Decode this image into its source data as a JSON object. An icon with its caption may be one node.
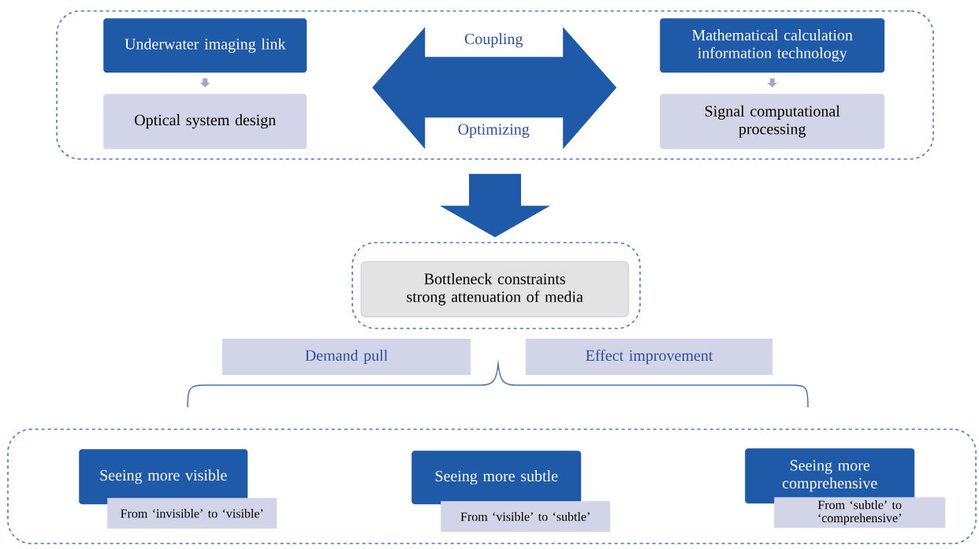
{
  "diagram": {
    "nodes": [
      {
        "text": [],
        "shape": "box"
      },
      {
        "text": [
          "Underwater imaging link"
        ],
        "in": 0
      },
      {
        "text": [
          "Optical system design"
        ],
        "in": 0
      },
      {
        "text": [
          "Coupling",
          "Optimizing"
        ],
        "in": 0
      },
      {
        "text": [
          "Mathematical calculation information technology"
        ],
        "in": 0
      },
      {
        "text": [
          "Signal computational processing"
        ],
        "in": 0
      },
      {
        "text": [],
        "shape": "box"
      },
      {
        "text": [
          "Bottleneck constraints strong attenuation of media"
        ],
        "in": 6
      },
      {
        "text": [
          "Demand pull"
        ]
      },
      {
        "text": [
          "Effect improvement"
        ]
      },
      {
        "text": [],
        "shape": "box"
      },
      {
        "text": [
          "Seeing more visible"
        ],
        "in": 10
      },
      {
        "text": [
          "From ‘invisible’ to ‘visible’"
        ],
        "in": 10
      },
      {
        "text": [
          "Seeing more subtle"
        ],
        "in": 10
      },
      {
        "text": [
          "From ‘visible’ to ‘subtle’"
        ],
        "in": 10
      },
      {
        "text": [
          "Seeing more comprehensive"
        ],
        "in": 10
      },
      {
        "text": [
          "From ‘subtle’ to ‘comprehensive’"
        ],
        "in": 10
      }
    ],
    "edges": [
      {
        "from": 1,
        "to": 2,
        "arrow": "to"
      },
      {
        "from": 4,
        "to": 5,
        "arrow": "to"
      },
      {
        "from": 0,
        "to": 6,
        "arrow": "to",
        "style": "thick",
        "color": "#1f5aa8"
      }
    ]
  }
}
